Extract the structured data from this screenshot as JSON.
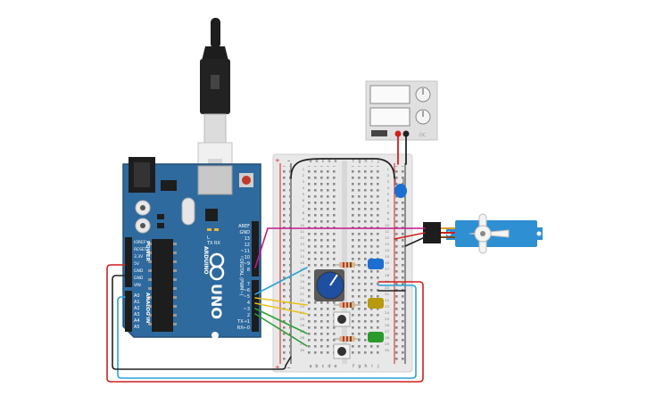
{
  "arduino": {
    "brand": "ARDUINO",
    "model": "UNO",
    "power_header_title": "POWER",
    "analog_header_title": "ANALOG IN",
    "digital_header_title": "DIGITAL (PWM~)",
    "power_pins": [
      "IOREF",
      "RESET",
      "3.3V",
      "5V",
      "GND",
      "GND",
      "VIN"
    ],
    "analog_pins": [
      "A0",
      "A1",
      "A2",
      "A3",
      "A4",
      "A5"
    ],
    "digital_pins_top": [
      "AREF",
      "GND",
      "13",
      "12",
      "~11",
      "~10",
      "~9",
      "8"
    ],
    "digital_pins_bottom": [
      "7",
      "~6",
      "~5",
      "4",
      "~3",
      "2",
      "TX→1",
      "RX←0"
    ],
    "led_labels": [
      "L",
      "TX",
      "RX",
      "ON"
    ]
  },
  "breadboard": {
    "column_letters_left": [
      "a",
      "b",
      "c",
      "d",
      "e"
    ],
    "column_letters_right": [
      "f",
      "g",
      "h",
      "i",
      "j"
    ],
    "row_numbers": [
      "1",
      "2",
      "3",
      "4",
      "5",
      "6",
      "7",
      "8",
      "9",
      "10",
      "11",
      "12",
      "13",
      "14",
      "15",
      "16",
      "17",
      "18",
      "19",
      "20",
      "21",
      "22",
      "23",
      "24",
      "25",
      "26",
      "27",
      "28",
      "29",
      "30"
    ],
    "rail_plus": "+",
    "rail_minus": "–"
  },
  "power_supply": {
    "output_label": "DC"
  },
  "colors": {
    "arduino_board": "#2e6a9e",
    "breadboard": "#e8e8e8",
    "wire_red": "#d11f1f",
    "wire_black": "#222222",
    "wire_blue": "#2aa4d6",
    "wire_yellow": "#e8c21a",
    "wire_green": "#2e9e3a",
    "wire_magenta": "#c2188a",
    "servo_body": "#2f8fd3",
    "led_blue": "#1c6fd0",
    "led_yellow": "#b89a10",
    "led_green": "#2a9a2a"
  }
}
